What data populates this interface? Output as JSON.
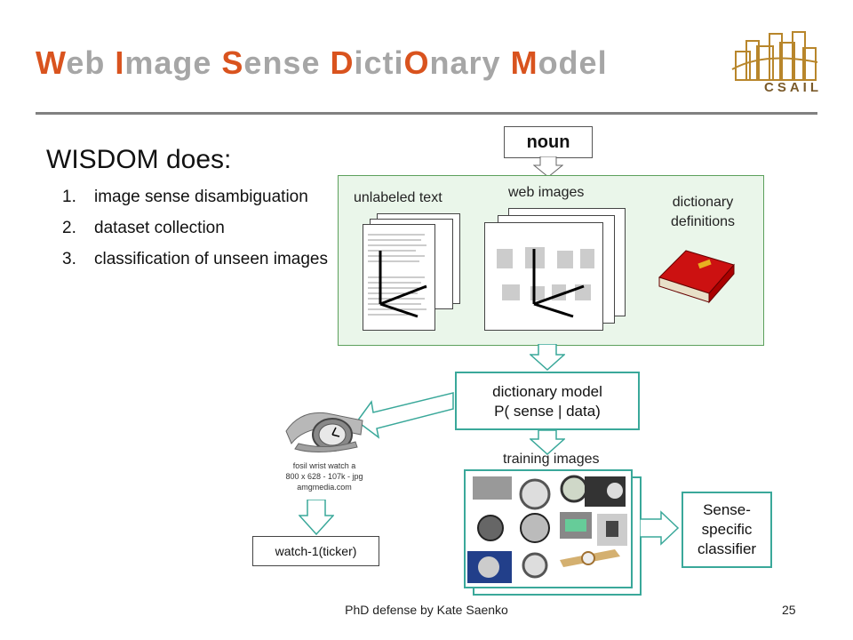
{
  "slide": {
    "title_parts": [
      {
        "text": "W",
        "hl": true
      },
      {
        "text": "eb ",
        "hl": false
      },
      {
        "text": "I",
        "hl": true
      },
      {
        "text": "mage ",
        "hl": false
      },
      {
        "text": "S",
        "hl": true
      },
      {
        "text": "ense ",
        "hl": false
      },
      {
        "text": "D",
        "hl": true
      },
      {
        "text": "icti",
        "hl": false
      },
      {
        "text": "O",
        "hl": true
      },
      {
        "text": "nary ",
        "hl": false
      },
      {
        "text": "M",
        "hl": true
      },
      {
        "text": "odel",
        "hl": false
      }
    ],
    "logo_text": "CSAIL",
    "subtitle": "WISDOM does:",
    "list": [
      {
        "num": "1.",
        "text": "image sense disambiguation"
      },
      {
        "num": "2.",
        "text": "dataset collection"
      },
      {
        "num": "3.",
        "text": "classification of unseen images"
      }
    ],
    "footer": "PhD defense by Kate Saenko",
    "page_number": "25"
  },
  "diagram": {
    "noun": "noun",
    "unlabeled_text": "unlabeled text",
    "web_images": "web images",
    "dictionary_definitions": "dictionary definitions",
    "dictionary_model_line1": "dictionary model",
    "dictionary_model_line2": "P( sense | data)",
    "training_images": "training images",
    "sense_classifier": "Sense-specific classifier",
    "watch_caption_line1": "fosil wrist watch a",
    "watch_caption_line2": "800 x 628 - 107k - jpg",
    "watch_caption_line3": "amgmedia.com",
    "watch_sense": "watch-1(ticker)"
  },
  "colors": {
    "accent": "#d9531e",
    "title_gray": "#a6a6a6",
    "panel_green": "#eaf6ea",
    "teal": "#3aa89a",
    "book_red": "#cc1111"
  }
}
